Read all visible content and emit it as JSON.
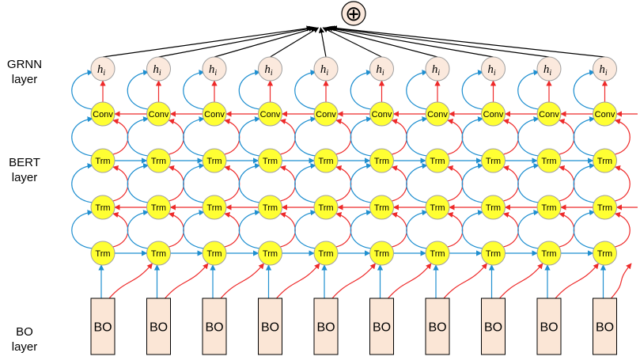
{
  "layers": {
    "grnn": [
      "GRNN",
      "layer"
    ],
    "bert": [
      "BERT",
      "layer"
    ],
    "bo": [
      "BO",
      "layer"
    ]
  },
  "nodes": {
    "output_symbol": "⊕",
    "hidden": "h",
    "hidden_sub": "i",
    "conv": "Conv",
    "trm": "Trm",
    "bo": "BO"
  },
  "column_count": 10,
  "colors": {
    "node_fill": "#ffff33",
    "node_stroke": "#a0a0a0",
    "hidden_fill": "#fbe9dd",
    "bo_fill": "#fbe6d6",
    "forward_arrow": "#1f8fd0",
    "backward_arrow": "#ee2a2a",
    "aggregate_arrow": "#000000"
  }
}
